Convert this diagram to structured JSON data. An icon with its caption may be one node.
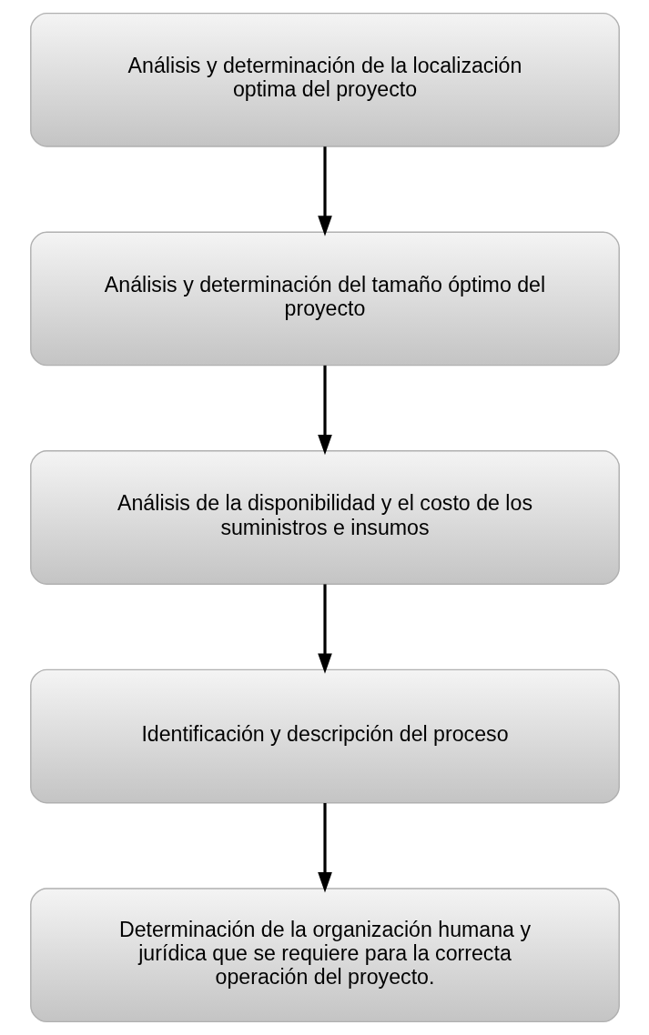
{
  "diagram": {
    "nodes": [
      {
        "text": [
          "Análisis y determinación de la localización optima del proyecto"
        ]
      },
      {
        "text": [
          "Análisis y determinación del tamaño óptimo del proyecto"
        ]
      },
      {
        "text": [
          "Análisis de la disponibilidad y el costo de los suministros e insumos"
        ]
      },
      {
        "text": [
          "Identificación y descripción del proceso"
        ]
      },
      {
        "text": [
          "Determinación de la organización humana y jurídica que se requiere para la correcta operación del proyecto."
        ]
      }
    ],
    "edges": [
      {
        "from": 0,
        "to": 1,
        "arrow": "to"
      },
      {
        "from": 1,
        "to": 2,
        "arrow": "to"
      },
      {
        "from": 2,
        "to": 3,
        "arrow": "to"
      },
      {
        "from": 3,
        "to": 4,
        "arrow": "to"
      }
    ]
  }
}
